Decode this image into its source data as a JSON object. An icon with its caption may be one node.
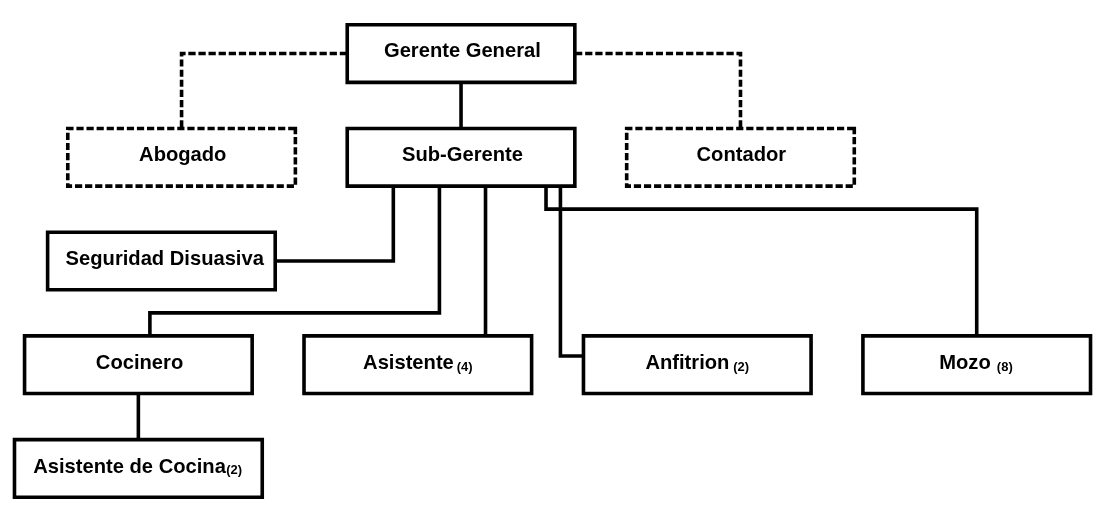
{
  "diagram": {
    "nodes": [
      {
        "text": [
          "Gerente General"
        ]
      },
      {
        "text": [
          "Abogado"
        ]
      },
      {
        "text": [
          "Contador"
        ]
      },
      {
        "text": [
          "Sub-Gerente"
        ]
      },
      {
        "text": [
          "Seguridad Disuasiva"
        ]
      },
      {
        "text": [
          "Cocinero"
        ]
      },
      {
        "text": [
          "Asistente",
          "(4)"
        ]
      },
      {
        "text": [
          "Anfitrion",
          "(2)"
        ]
      },
      {
        "text": [
          "Mozo",
          "(8)"
        ]
      },
      {
        "text": [
          "Asistente de Cocina",
          "(2)"
        ]
      }
    ],
    "edges": [
      {
        "from": 0,
        "to": 3,
        "arrow": "none"
      },
      {
        "from": 0,
        "to": 1,
        "arrow": "none",
        "style": "dashed"
      },
      {
        "from": 0,
        "to": 2,
        "arrow": "none",
        "style": "dashed"
      },
      {
        "from": 3,
        "to": 4,
        "arrow": "none"
      },
      {
        "from": 3,
        "to": 5,
        "arrow": "none"
      },
      {
        "from": 3,
        "to": 6,
        "arrow": "none"
      },
      {
        "from": 3,
        "to": 7,
        "arrow": "none"
      },
      {
        "from": 3,
        "to": 8,
        "arrow": "none"
      },
      {
        "from": 5,
        "to": 9,
        "arrow": "none"
      }
    ]
  }
}
